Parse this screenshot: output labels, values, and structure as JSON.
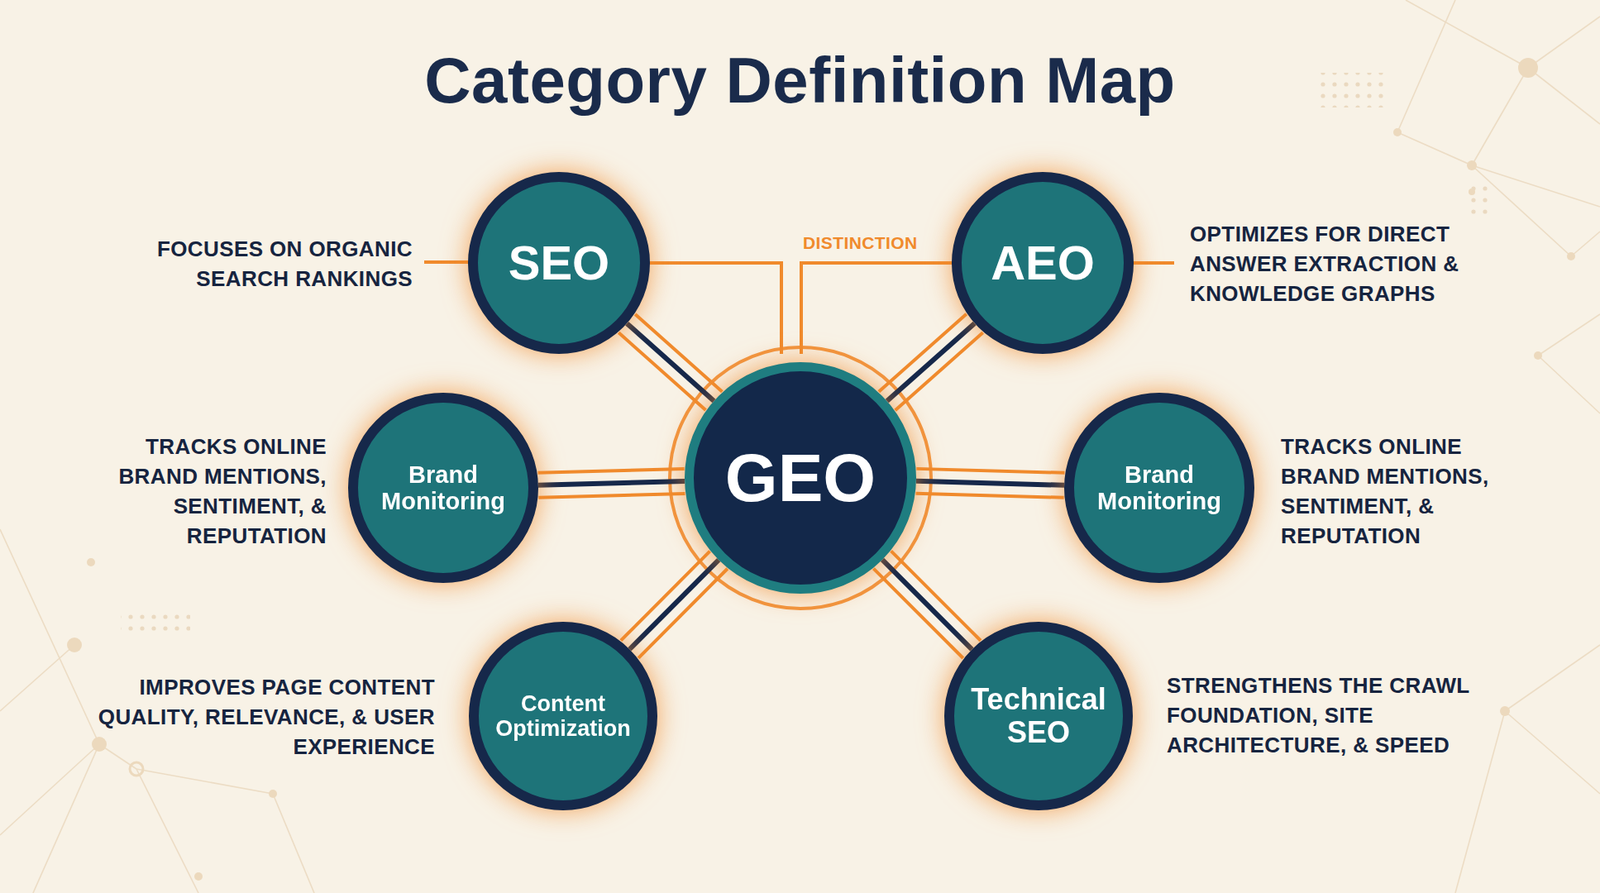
{
  "diagram": {
    "title": "Category Definition Map",
    "nodes": [
      {
        "text": [
          "SEO"
        ]
      },
      {
        "text": [
          "AEO"
        ]
      },
      {
        "text": [
          "Brand Monitoring"
        ]
      },
      {
        "text": [
          "GEO"
        ]
      },
      {
        "text": [
          "Brand Monitoring"
        ]
      },
      {
        "text": [
          "Content Optimization"
        ]
      },
      {
        "text": [
          "Technical SEO"
        ]
      }
    ],
    "edges": [
      {
        "from": 3,
        "to": 0,
        "arrow": "none"
      },
      {
        "from": 3,
        "to": 1,
        "arrow": "none"
      },
      {
        "from": 3,
        "to": 2,
        "arrow": "none"
      },
      {
        "from": 3,
        "to": 4,
        "arrow": "none"
      },
      {
        "from": 3,
        "to": 5,
        "arrow": "none"
      },
      {
        "from": 3,
        "to": 6,
        "arrow": "none"
      }
    ],
    "labels": [
      "FOCUSES ON ORGANIC SEARCH RANKINGS",
      "DISTINCTION",
      "OPTIMIZES FOR DIRECT ANSWER EXTRACTION & KNOWLEDGE GRAPHS",
      "TRACKS ONLINE BRAND MENTIONS, SENTIMENT, & REPUTATION",
      "TRACKS ONLINE BRAND MENTIONS, SENTIMENT, & REPUTATION",
      "IMPROVES PAGE CONTENT QUALITY, RELEVANCE, & USER EXPERIENCE",
      "STRENGTHENS THE CRAWL FOUNDATION, SITE ARCHITECTURE, & SPEED"
    ]
  }
}
